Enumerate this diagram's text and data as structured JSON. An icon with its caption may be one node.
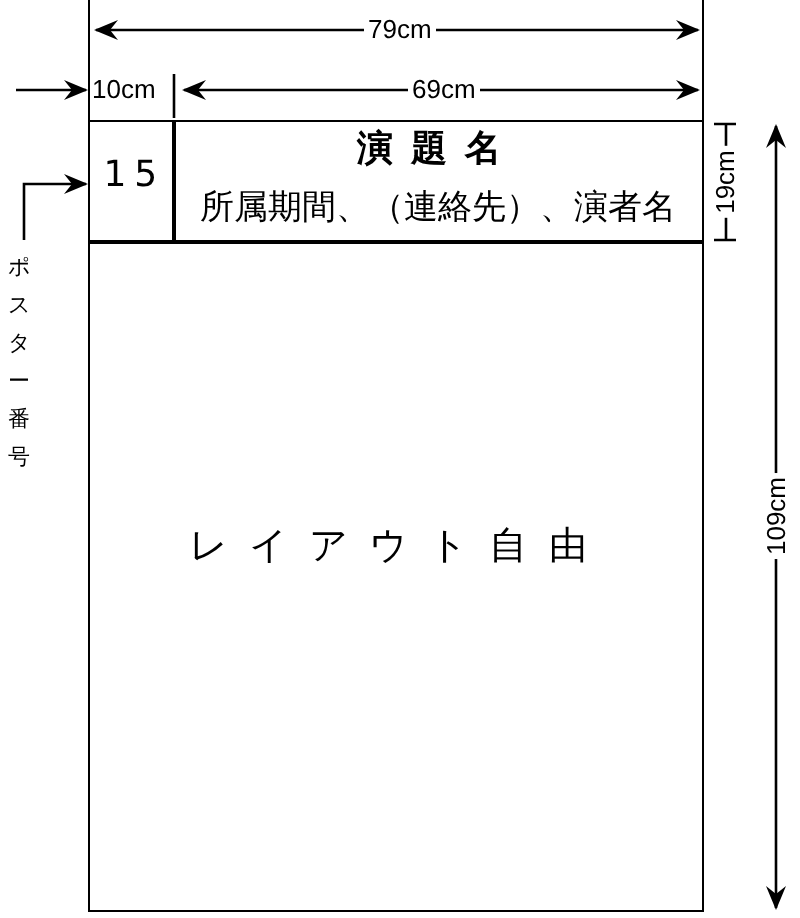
{
  "diagram": {
    "nodes": [
      {
        "text": [],
        "shape": "box"
      },
      {
        "text": [
          "15"
        ],
        "in": 0
      },
      {
        "text": [
          "演題名",
          "所属期間、（連絡先）、演者名"
        ],
        "in": 0
      },
      {
        "text": [
          "レイアウト自由"
        ],
        "in": 0
      },
      {
        "text": [
          "ポスター番号"
        ]
      }
    ],
    "edges": [
      {
        "from": 4,
        "to": 1,
        "arrow": "to"
      }
    ],
    "labels": [
      "79cm",
      "10cm",
      "69cm",
      "19cm",
      "109cm"
    ]
  }
}
